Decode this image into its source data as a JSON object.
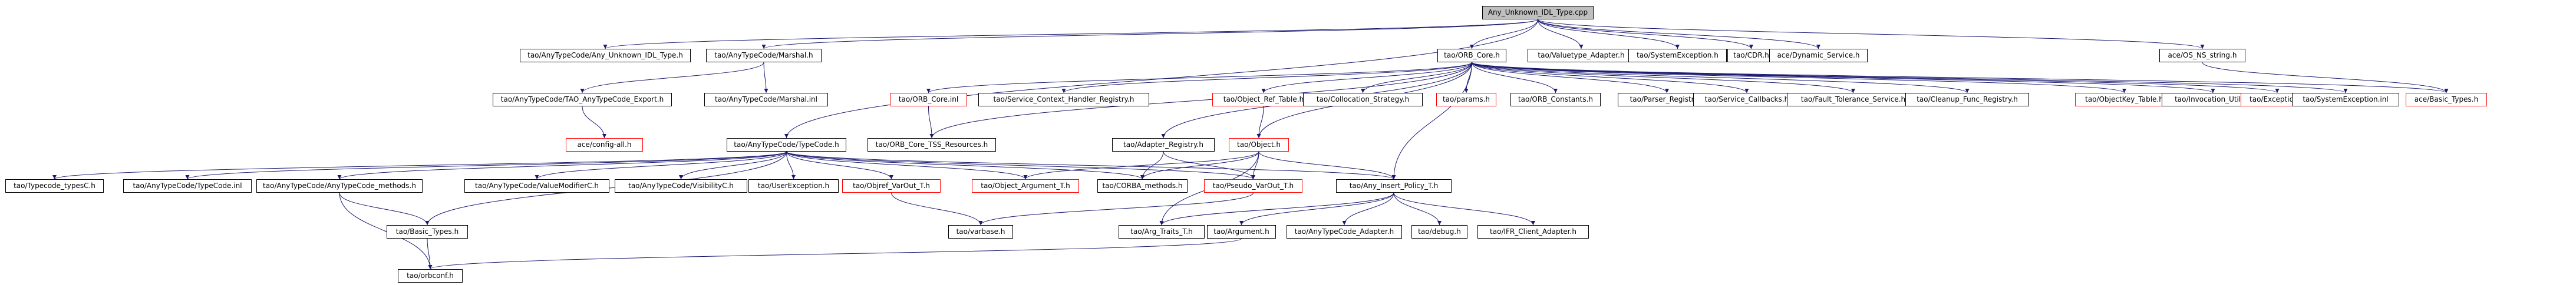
{
  "colors": {
    "normal_border": "#000000",
    "missing_border": "#ff0000",
    "root_fill": "#bfbfbf",
    "edge": "#191970"
  },
  "nodes": {
    "root": "Any_Unknown_IDL_Type.cpp",
    "any_unknown_h": "tao/AnyTypeCode/Any_Unknown_IDL_Type.h",
    "marshal_h": "tao/AnyTypeCode/Marshal.h",
    "orb_core_h": "tao/ORB_Core.h",
    "valuetype_adapter_h": "tao/Valuetype_Adapter.h",
    "system_exception_h": "tao/SystemException.h",
    "cdr_h": "tao/CDR.h",
    "dynamic_service_h": "ace/Dynamic_Service.h",
    "os_ns_string_h": "ace/OS_NS_string.h",
    "tao_anytypecode_export_h": "tao/AnyTypeCode/TAO_AnyTypeCode_Export.h",
    "marshal_inl": "tao/AnyTypeCode/Marshal.inl",
    "orb_core_inl": "tao/ORB_Core.inl",
    "service_context_handler_registry_h": "tao/Service_Context_Handler_Registry.h",
    "object_ref_table_h": "tao/Object_Ref_Table.h",
    "collocation_strategy_h": "tao/Collocation_Strategy.h",
    "params_h": "tao/params.h",
    "orb_constants_h": "tao/ORB_Constants.h",
    "parser_registry_h": "tao/Parser_Registry.h",
    "service_callbacks_h": "tao/Service_Callbacks.h",
    "fault_tolerance_service_h": "tao/Fault_Tolerance_Service.h",
    "cleanup_func_registry_h": "tao/Cleanup_Func_Registry.h",
    "objectkey_table_h": "tao/ObjectKey_Table.h",
    "invocation_utils_h": "tao/Invocation_Utils.h",
    "exception_h": "tao/Exception.h",
    "system_exception_inl": "tao/SystemException.inl",
    "basic_types_ace_h": "ace/Basic_Types.h",
    "config_all_h": "ace/config-all.h",
    "typecode_h": "tao/AnyTypeCode/TypeCode.h",
    "orb_core_tss_resources_h": "tao/ORB_Core_TSS_Resources.h",
    "adapter_registry_h": "tao/Adapter_Registry.h",
    "object_h": "tao/Object.h",
    "typecode_typesc_h": "tao/Typecode_typesC.h",
    "typecode_inl": "tao/AnyTypeCode/TypeCode.inl",
    "typecode_methods_h": "tao/AnyTypeCode/AnyTypeCode_methods.h",
    "valuemodifierc_h": "tao/AnyTypeCode/ValueModifierC.h",
    "visibilityc_h": "tao/AnyTypeCode/VisibilityC.h",
    "userexception_h": "tao/UserException.h",
    "objref_varout_t_h": "tao/Objref_VarOut_T.h",
    "object_argument_t_h": "tao/Object_Argument_T.h",
    "corba_methods_h": "tao/CORBA_methods.h",
    "pseudo_varout_t_h": "tao/Pseudo_VarOut_T.h",
    "any_insert_policy_t_h": "tao/Any_Insert_Policy_T.h",
    "basic_types_tao_h": "tao/Basic_Types.h",
    "varbase_h": "tao/varbase.h",
    "arg_traits_t_h": "tao/Arg_Traits_T.h",
    "argument_h": "tao/Argument.h",
    "anytypecode_adapter_h": "tao/AnyTypeCode_Adapter.h",
    "debug_h": "tao/debug.h",
    "ifr_client_adapter_h": "tao/IFR_Client_Adapter.h",
    "orbconf_h": "tao/orbconf.h"
  }
}
